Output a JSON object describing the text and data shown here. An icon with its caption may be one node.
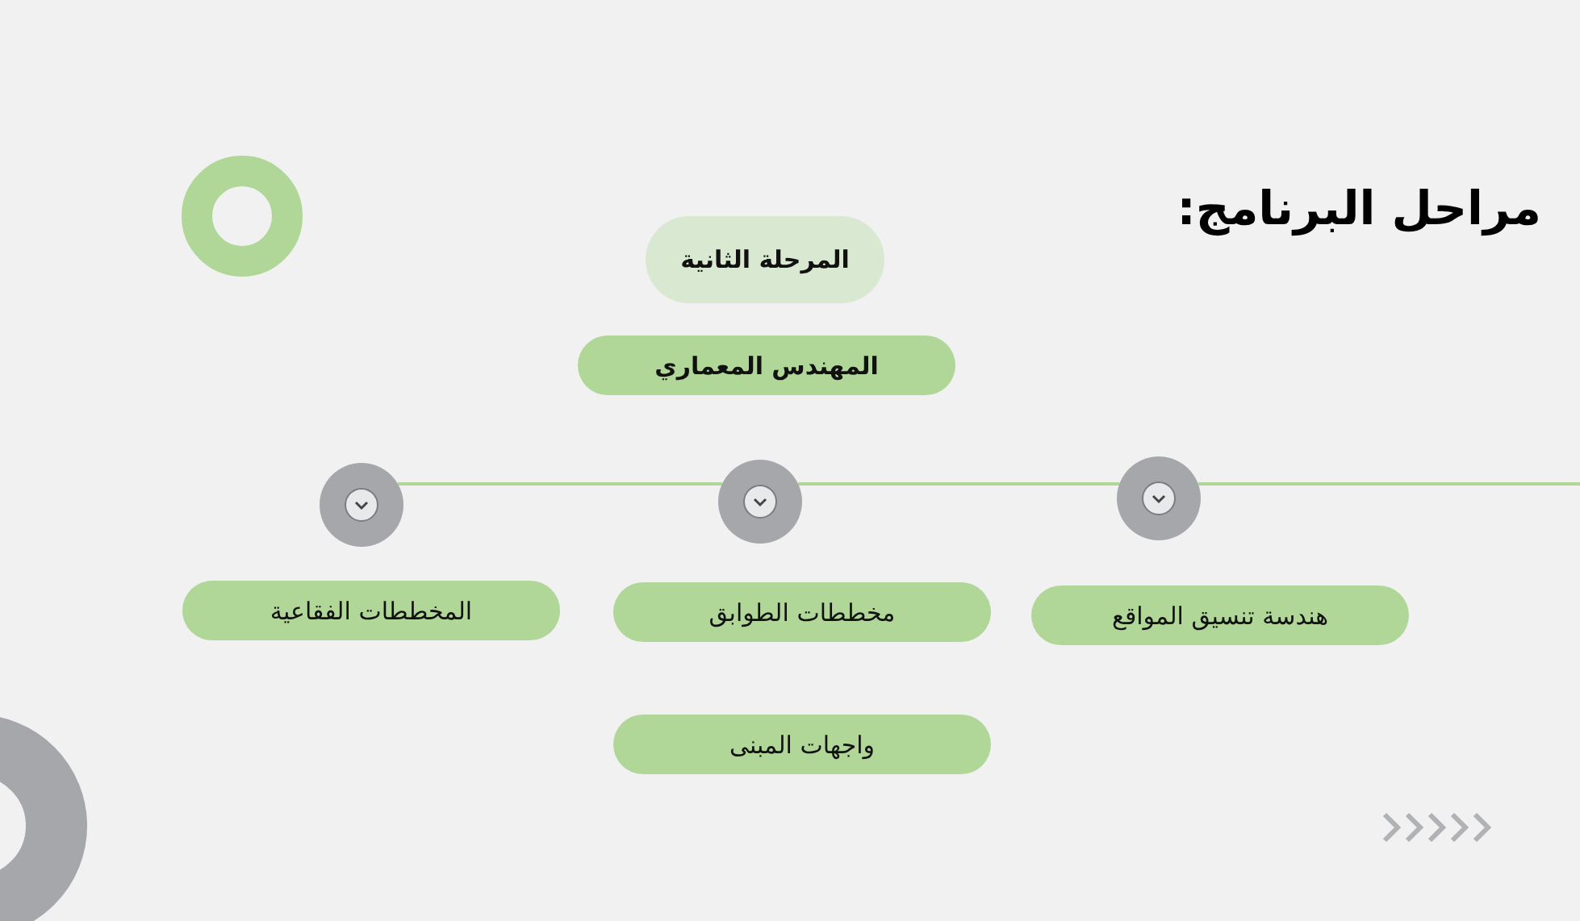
{
  "diagram": {
    "title": "مراحل البرنامج:",
    "nodes": [
      {
        "text": [
          "المرحلة الثانية"
        ]
      },
      {
        "text": [
          "المهندس المعماري"
        ]
      },
      {
        "text": [],
        "shape": "circle"
      },
      {
        "text": [],
        "shape": "circle"
      },
      {
        "text": [],
        "shape": "circle"
      },
      {
        "text": [
          "المخططات الفقاعية"
        ]
      },
      {
        "text": [
          "مخططات الطوابق"
        ]
      },
      {
        "text": [
          "هندسة تنسيق المواقع"
        ]
      },
      {
        "text": [
          "واجهات المبنى"
        ]
      }
    ],
    "edges": [
      {
        "from": 2,
        "to": 3,
        "arrow": "none"
      },
      {
        "from": 3,
        "to": 4,
        "arrow": "none"
      },
      {
        "from": 4,
        "to": null,
        "arrow": "none"
      }
    ]
  }
}
